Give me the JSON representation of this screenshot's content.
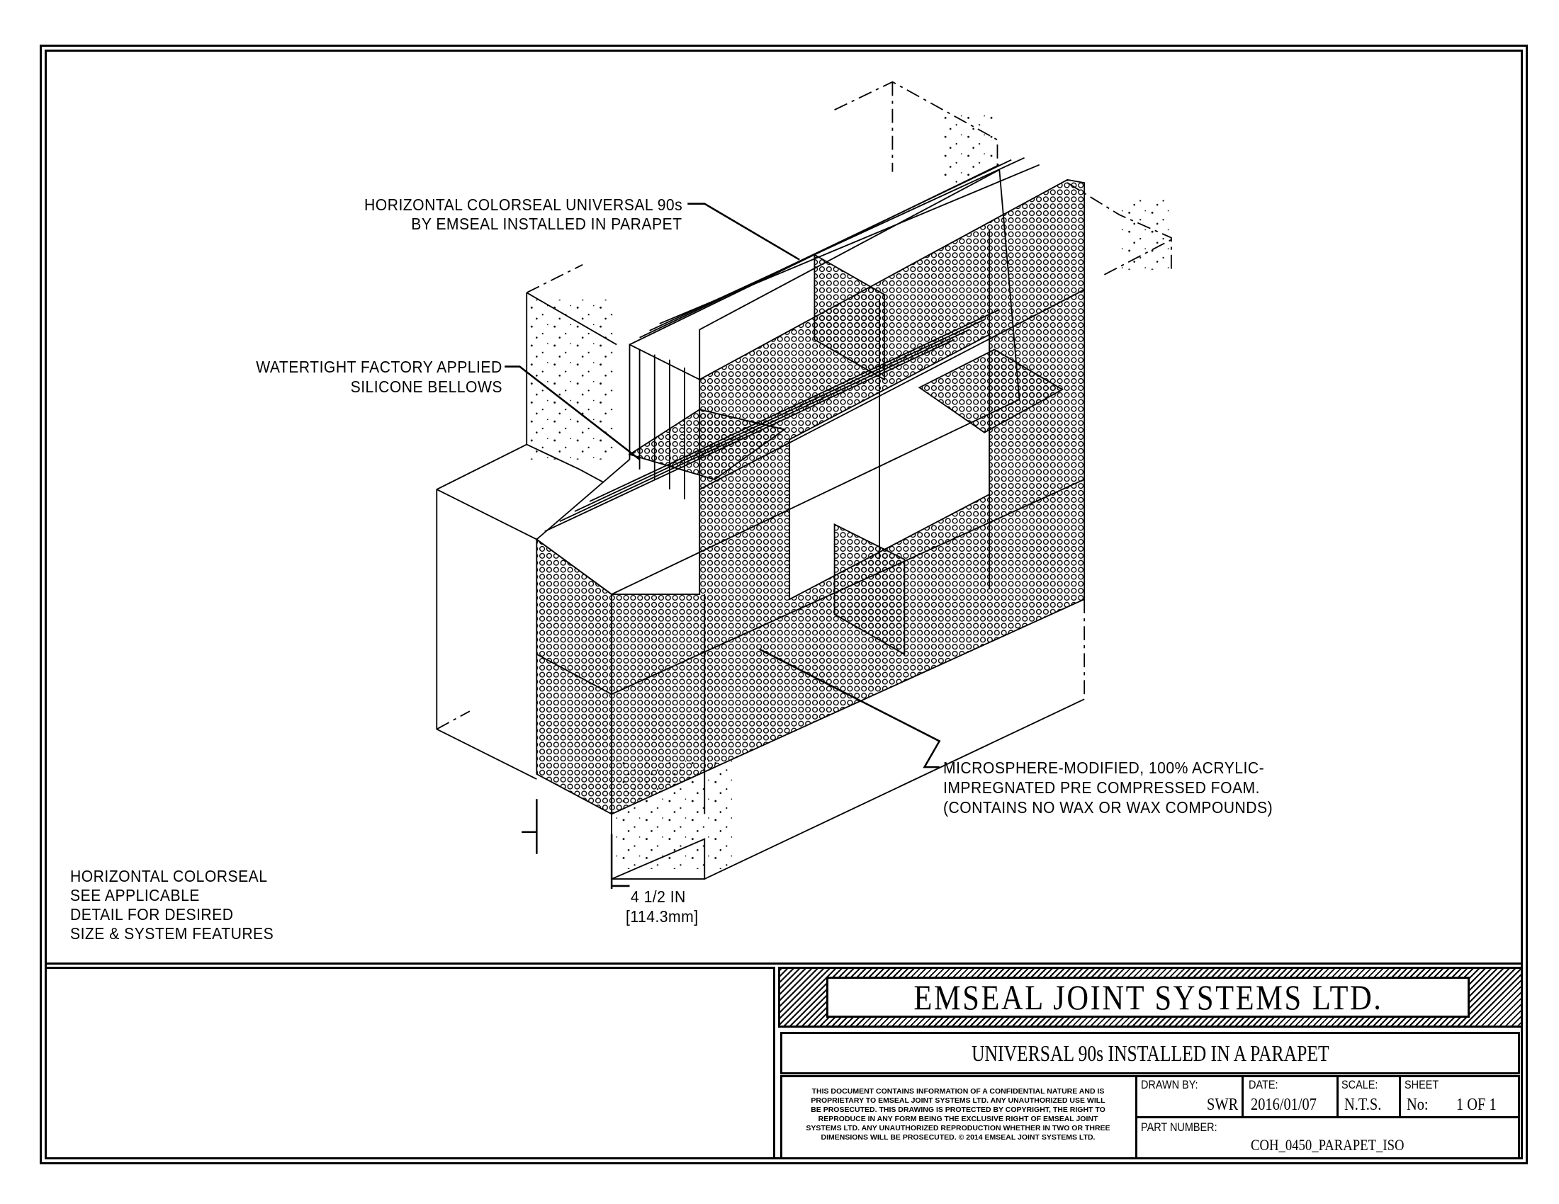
{
  "callouts": {
    "horizontal_colorseal": [
      "HORIZONTAL COLORSEAL UNIVERSAL 90s",
      "BY EMSEAL INSTALLED IN PARAPET"
    ],
    "bellows": [
      "WATERTIGHT FACTORY APPLIED",
      "SILICONE BELLOWS"
    ],
    "foam": [
      "MICROSPHERE-MODIFIED, 100% ACRYLIC-",
      "IMPREGNATED PRE COMPRESSED FOAM.",
      "(CONTAINS NO WAX OR WAX COMPOUNDS)"
    ],
    "dimension": [
      "4 1/2 IN",
      "[114.3mm]"
    ],
    "note": [
      "HORIZONTAL COLORSEAL",
      "SEE APPLICABLE",
      "DETAIL FOR DESIRED",
      "SIZE & SYSTEM FEATURES"
    ]
  },
  "title_block": {
    "company": "EMSEAL JOINT SYSTEMS LTD.",
    "drawing_title": "UNIVERSAL 90s INSTALLED IN A PARAPET",
    "notice": [
      "THIS DOCUMENT CONTAINS INFORMATION OF A CONFIDENTIAL NATURE AND IS",
      "PROPRIETARY TO EMSEAL JOINT SYSTEMS LTD. ANY UNAUTHORIZED USE WILL",
      "BE PROSECUTED. THIS DRAWING IS PROTECTED BY COPYRIGHT, THE RIGHT TO",
      "REPRODUCE IN ANY FORM BEING THE EXCLUSIVE RIGHT OF EMSEAL JOINT",
      "SYSTEMS LTD. ANY UNAUTHORIZED REPRODUCTION WHETHER IN TWO OR THREE",
      "DIMENSIONS WILL BE PROSECUTED. © 2014 EMSEAL JOINT SYSTEMS LTD."
    ],
    "drawn_by_label": "DRAWN BY:",
    "drawn_by": "SWR",
    "date_label": "DATE:",
    "date": "2016/01/07",
    "scale_label": "SCALE:",
    "scale": "N.T.S.",
    "sheet_label": "SHEET",
    "sheet_no_label": "No:",
    "sheet": "1 OF 1",
    "part_number_label": "PART NUMBER:",
    "part_number": "COH_0450_PARAPET_ISO"
  }
}
